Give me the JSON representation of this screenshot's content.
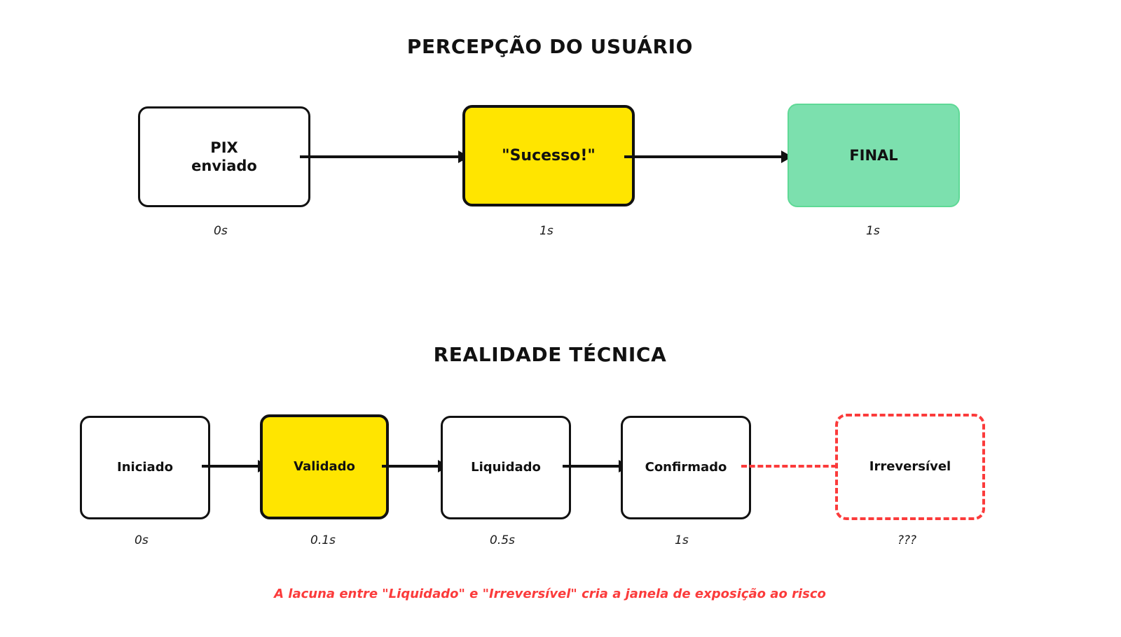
{
  "sections": [
    {
      "id": "perception",
      "title": "PERCEPÇÃO DO USUÁRIO",
      "nodes": [
        {
          "label": "PIX\nenviado",
          "time": "0s",
          "style": "plain"
        },
        {
          "label": "\"Sucesso!\"",
          "time": "1s",
          "style": "yellow"
        },
        {
          "label": "FINAL",
          "time": "1s",
          "style": "green"
        }
      ],
      "connectors": [
        {
          "style": "solid-black"
        },
        {
          "style": "solid-black"
        }
      ]
    },
    {
      "id": "reality",
      "title": "REALIDADE TÉCNICA",
      "nodes": [
        {
          "label": "Iniciado",
          "time": "0s",
          "style": "plain"
        },
        {
          "label": "Validado",
          "time": "0.1s",
          "style": "yellow"
        },
        {
          "label": "Liquidado",
          "time": "0.5s",
          "style": "plain"
        },
        {
          "label": "Confirmado",
          "time": "1s",
          "style": "plain"
        },
        {
          "label": "Irreversível",
          "time": "???",
          "style": "dashed-red"
        }
      ],
      "connectors": [
        {
          "style": "solid-black"
        },
        {
          "style": "solid-black"
        },
        {
          "style": "solid-black"
        },
        {
          "style": "dashed-red"
        }
      ]
    }
  ],
  "footnote": "A lacuna entre \"Liquidado\" e \"Irreversível\" cria a janela de exposição ao risco",
  "colors": {
    "highlight_yellow": "#FFE500",
    "final_green": "#7CE0AE",
    "risk_red": "#FB3B3B",
    "stroke_black": "#111111",
    "background": "#FFFFFF"
  }
}
